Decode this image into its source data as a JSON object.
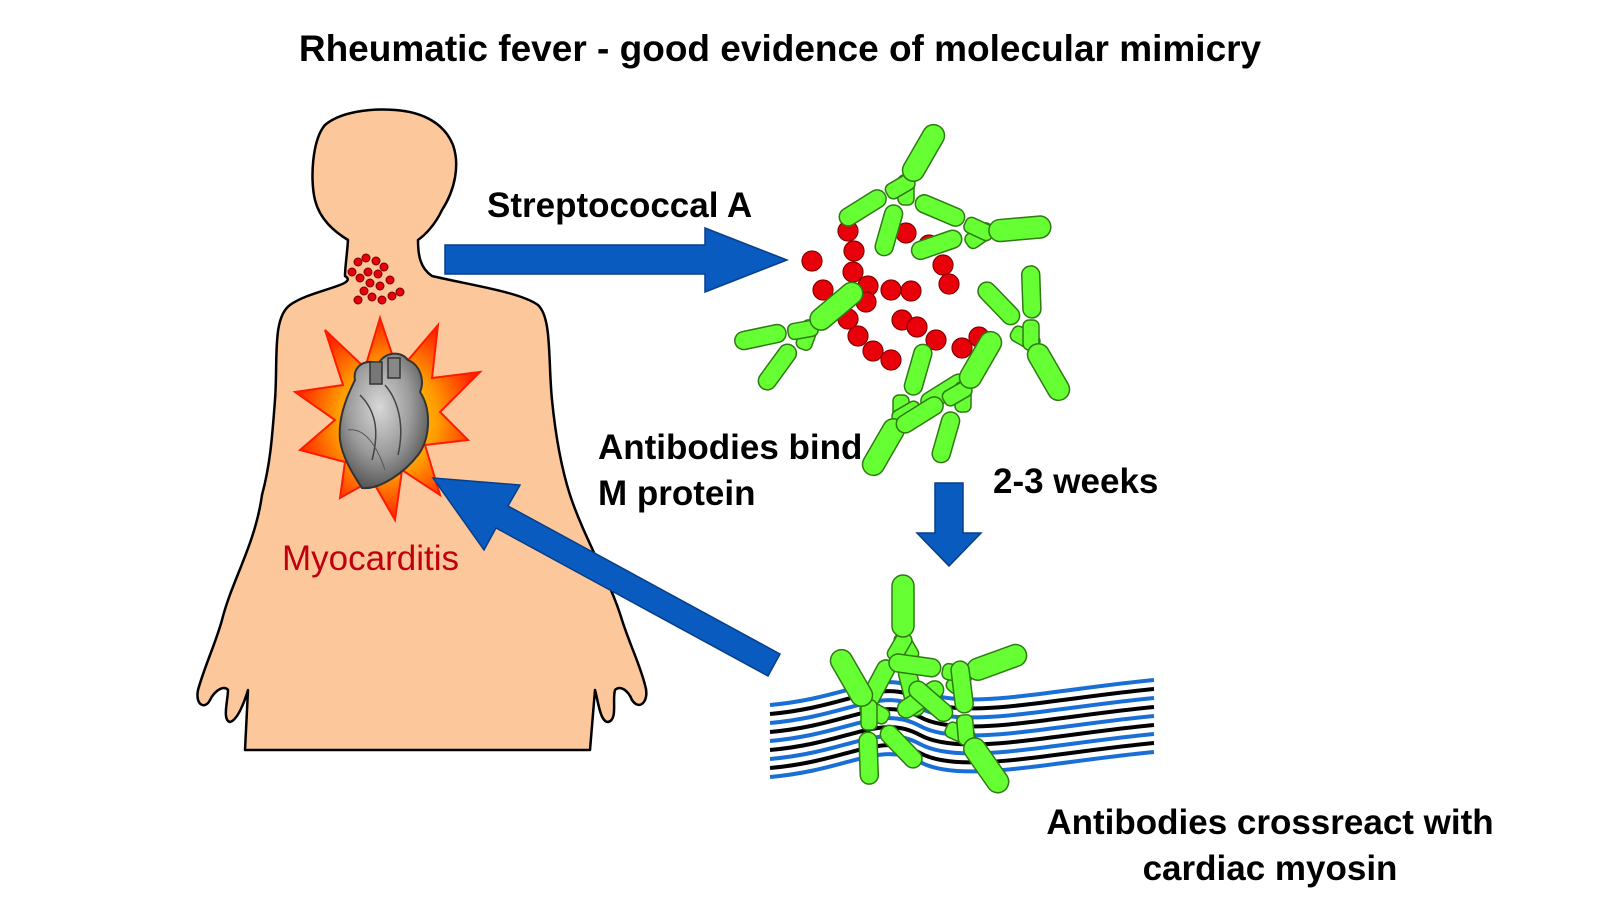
{
  "title": "Rheumatic fever - good evidence of molecular mimicry",
  "labels": {
    "streptococcal": "Streptococcal A",
    "antibodies_bind_line1": "Antibodies bind",
    "antibodies_bind_line2": "M protein",
    "weeks": "2-3 weeks",
    "crossreact_line1": "Antibodies crossreact with",
    "crossreact_line2": "cardiac myosin",
    "myocarditis": "Myocarditis"
  },
  "colors": {
    "skin": "#fcc89b",
    "arrow": "#0a5bbf",
    "bacteria": "#e8000b",
    "antibody": "#66ff33",
    "myocarditis_text": "#c0000e",
    "burst_outer": "#ff2200",
    "burst_inner": "#ffdd00",
    "myosin_line": "#1a6fd6"
  },
  "icons": [
    "human-body-silhouette",
    "heart-icon",
    "streptococcus-chain-icon",
    "antibody-icon",
    "myosin-fibers-icon"
  ]
}
